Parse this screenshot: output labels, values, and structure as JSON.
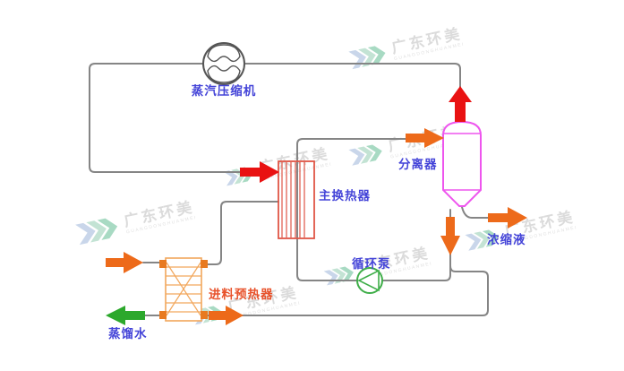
{
  "diagram": {
    "type": "mvr-evaporator-process-flow",
    "labels": {
      "compressor": "蒸汽压缩机",
      "separator": "分离器",
      "main_heat_exchanger": "主换热器",
      "feed_preheater": "进料预热器",
      "circulation_pump": "循环泵",
      "concentrate": "浓缩液",
      "distilled_water": "蒸馏水"
    }
  },
  "watermark": {
    "text": "广东环美",
    "subtext": "GUANGDONGHUANMEI"
  },
  "colors": {
    "pipe": "#858585",
    "arrow_orange": "#ED6A1A",
    "arrow_red": "#E91212",
    "arrow_green": "#2CA82C",
    "separator_outline": "#EE55EE",
    "heat_exchanger_outline": "#E05545",
    "preheater_outline": "#F2A75C",
    "preheater_nozzle": "#E87A20",
    "pump_outline": "#3FAE49",
    "compressor_outline": "#555555",
    "label_blue": "#4444D8",
    "label_orange": "#E8522B"
  }
}
